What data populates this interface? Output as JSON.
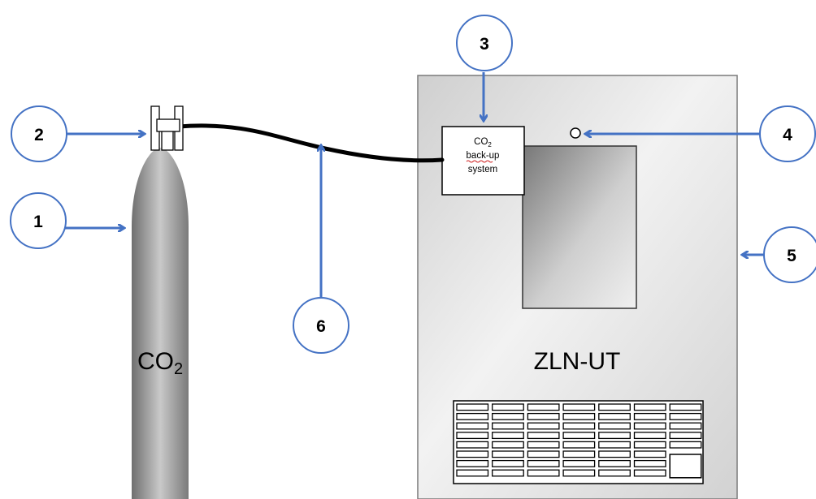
{
  "callouts": [
    {
      "id": "1",
      "label": "1"
    },
    {
      "id": "2",
      "label": "2"
    },
    {
      "id": "3",
      "label": "3"
    },
    {
      "id": "4",
      "label": "4"
    },
    {
      "id": "5",
      "label": "5"
    },
    {
      "id": "6",
      "label": "6"
    }
  ],
  "cylinder": {
    "label": "CO",
    "subscript": "2"
  },
  "incubator": {
    "label": "ZLN-UT"
  },
  "backup_box": {
    "line1": "CO",
    "line1_sub": "2",
    "line2": "back-up",
    "line3": "system"
  },
  "colors": {
    "arrow": "#4472c4",
    "callout_border": "#4472c4",
    "cylinder": "#9e9e9e",
    "incubator": "#e2e2e2",
    "hose": "#000000"
  }
}
